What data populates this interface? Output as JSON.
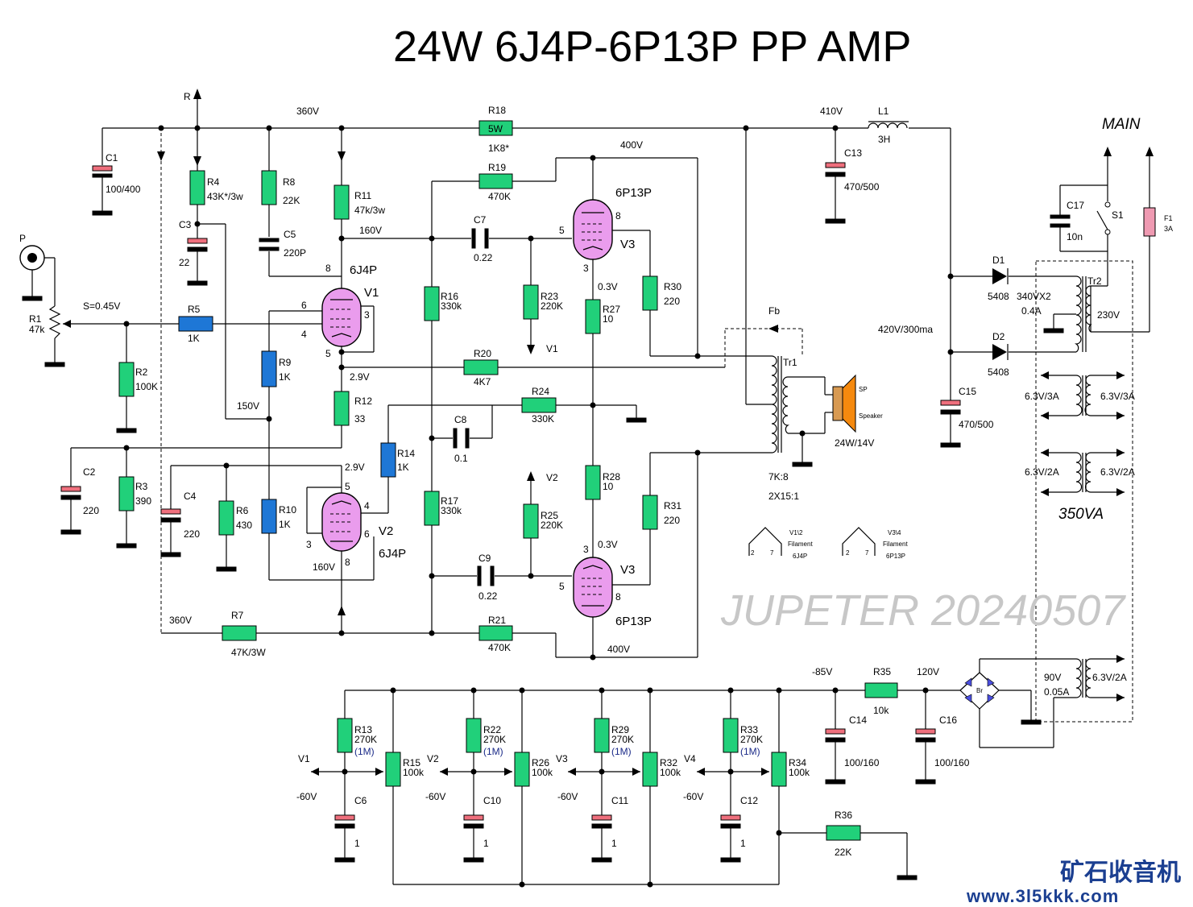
{
  "title": "24W 6J4P-6P13P PP AMP",
  "labels": {
    "r_out": "R",
    "p_in": "P",
    "v360_top": "360V",
    "v360_bot": "360V",
    "v410": "410V",
    "v400_top": "400V",
    "v400_bot": "400V",
    "v160_mid": "160V",
    "v160_v2": "160V",
    "v150": "150V",
    "v29_a": "2.9V",
    "v29_b": "2.9V",
    "v03_a": "0.3V",
    "v03_b": "0.3V",
    "signal": "S=0.45V",
    "fb": "Fb",
    "main": "MAIN",
    "ps_rating": "420V/300ma",
    "tr1_ratio": "7K:8",
    "tr1_ratio2": "2X15:1",
    "spk_power": "24W/14V",
    "tr2_sec": "340VX2",
    "tr2_cur": "0.4A",
    "tr2_pri": "230V",
    "va": "350VA",
    "h1a": "6.3V/3A",
    "h1b": "6.3V/3A",
    "h2a": "6.3V/2A",
    "h2b": "6.3V/2A",
    "bias_v": "90V",
    "bias_i": "0.05A",
    "bias_h": "6.3V/2A",
    "vm85": "-85V",
    "v120": "120V",
    "watermark": "JUPETER 20240507",
    "logo": "矿石收音机",
    "url": "www.3l5kkk.com"
  },
  "tubes": {
    "v1": {
      "ref": "V1",
      "type": "6J4P",
      "pins": [
        "8",
        "6",
        "4",
        "3",
        "5"
      ]
    },
    "v2": {
      "ref": "V2",
      "type": "6J4P",
      "pins": [
        "5",
        "4",
        "6",
        "3",
        "8"
      ]
    },
    "v3a": {
      "ref": "V3",
      "type": "6P13P",
      "pins": [
        "8",
        "5",
        "3"
      ]
    },
    "v3b": {
      "ref": "V3",
      "type": "6P13P",
      "pins": [
        "3",
        "5",
        "8"
      ]
    }
  },
  "resistors": {
    "r1": [
      "R1",
      "47k"
    ],
    "r2": [
      "R2",
      "100K"
    ],
    "r3": [
      "R3",
      "390"
    ],
    "r4": [
      "R4",
      "43K*/3w"
    ],
    "r5": [
      "R5",
      "1K"
    ],
    "r6": [
      "R6",
      "430"
    ],
    "r7": [
      "R7",
      "47K/3W"
    ],
    "r8": [
      "R8",
      "22K"
    ],
    "r9": [
      "R9",
      "1K"
    ],
    "r10": [
      "R10",
      "1K"
    ],
    "r11": [
      "R11",
      "47k/3w"
    ],
    "r12": [
      "R12",
      "33"
    ],
    "r14": [
      "R14",
      "1K"
    ],
    "r16": [
      "R16",
      "330k"
    ],
    "r17": [
      "R17",
      "330k"
    ],
    "r18": [
      "R18",
      "5W",
      "1K8*"
    ],
    "r19": [
      "R19",
      "470K"
    ],
    "r20": [
      "R20",
      "4K7"
    ],
    "r21": [
      "R21",
      "470K"
    ],
    "r23": [
      "R23",
      "220K"
    ],
    "r24": [
      "R24",
      "330K"
    ],
    "r25": [
      "R25",
      "220K"
    ],
    "r27": [
      "R27",
      "10"
    ],
    "r28": [
      "R28",
      "10"
    ],
    "r30": [
      "R30",
      "220"
    ],
    "r31": [
      "R31",
      "220"
    ],
    "r35": [
      "R35",
      "10k"
    ],
    "r36": [
      "R36",
      "22K"
    ],
    "r13": [
      "R13",
      "270K",
      "(1M)"
    ],
    "r15": [
      "R15",
      "100k"
    ],
    "r22": [
      "R22",
      "270K",
      "(1M)"
    ],
    "r26": [
      "R26",
      "100k"
    ],
    "r29": [
      "R29",
      "270K",
      "(1M)"
    ],
    "r32": [
      "R32",
      "100k"
    ],
    "r33": [
      "R33",
      "270K",
      "(1M)"
    ],
    "r34": [
      "R34",
      "100k"
    ]
  },
  "capacitors": {
    "c1": [
      "C1",
      "100/400"
    ],
    "c2": [
      "C2",
      "220"
    ],
    "c3": [
      "C3",
      "22"
    ],
    "c4": [
      "C4",
      "220"
    ],
    "c5": [
      "C5",
      "220P"
    ],
    "c7": [
      "C7",
      "0.22"
    ],
    "c8": [
      "C8",
      "0.1"
    ],
    "c9": [
      "C9",
      "0.22"
    ],
    "c13": [
      "C13",
      "470/500"
    ],
    "c14": [
      "C14",
      "100/160"
    ],
    "c15": [
      "C15",
      "470/500"
    ],
    "c16": [
      "C16",
      "100/160"
    ],
    "c17": [
      "C17",
      "10n"
    ],
    "c6": [
      "C6",
      "1"
    ],
    "c10": [
      "C10",
      "1"
    ],
    "c11": [
      "C11",
      "1"
    ],
    "c12": [
      "C12",
      "1"
    ]
  },
  "parts": {
    "l1": [
      "L1",
      "3H"
    ],
    "d1": [
      "D1",
      "5408"
    ],
    "d2": [
      "D2",
      "5408"
    ],
    "s1": "S1",
    "f1": [
      "F1",
      "3A"
    ],
    "tr1": "Tr1",
    "tr2": "Tr2",
    "br": "Br",
    "sp": "SP",
    "speaker": "Speaker"
  },
  "bias_nodes": [
    {
      "ref": "V1",
      "v": "-60V"
    },
    {
      "ref": "V2",
      "v": "-60V"
    },
    {
      "ref": "V3",
      "v": "-60V"
    },
    {
      "ref": "V4",
      "v": "-60V"
    }
  ],
  "filaments": [
    {
      "pins": [
        "2",
        "7"
      ],
      "t1": "V1\\2",
      "t2": "Filament",
      "t3": "6J4P"
    },
    {
      "pins": [
        "2",
        "7"
      ],
      "t1": "V3\\4",
      "t2": "Filament",
      "t3": "6P13P"
    }
  ],
  "feedback_out": {
    "v1": "V1",
    "v2": "V2"
  }
}
